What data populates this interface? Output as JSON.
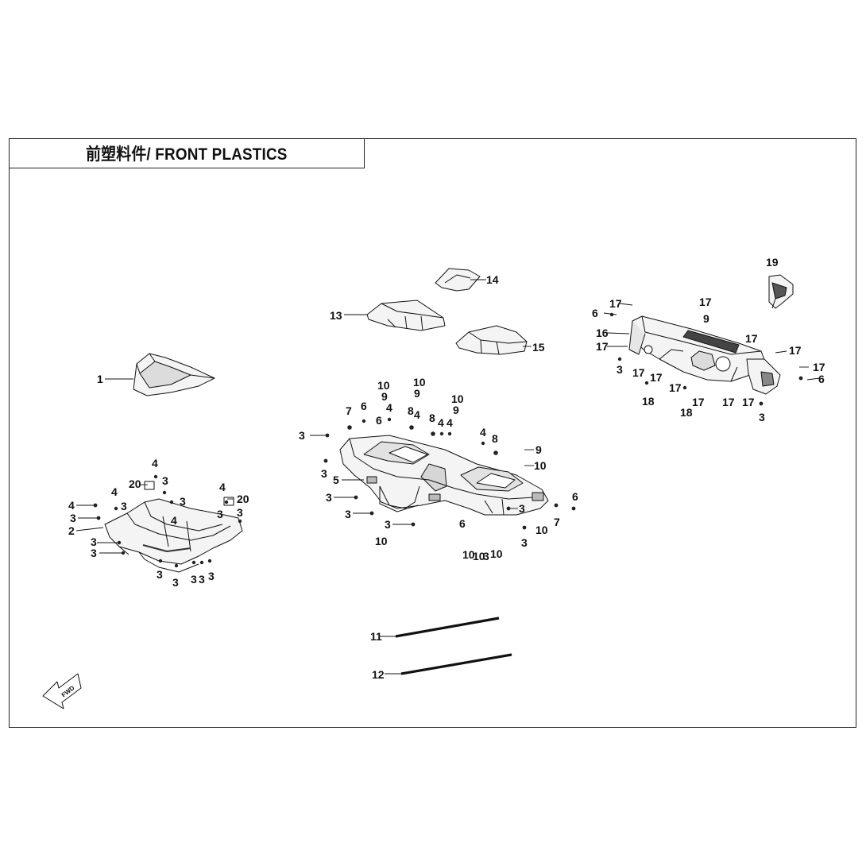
{
  "title": "前塑料件/ FRONT PLASTICS",
  "fwd_label": "FWD",
  "callouts": {
    "c1": "1",
    "c2": "2",
    "c3": "3",
    "c4": "4",
    "c5": "5",
    "c6": "6",
    "c7": "7",
    "c8": "8",
    "c9": "9",
    "c10": "10",
    "c11": "11",
    "c12": "12",
    "c13": "13",
    "c14": "14",
    "c15": "15",
    "c16": "16",
    "c17": "17",
    "c18": "18",
    "c19": "19",
    "c20": "20"
  },
  "colors": {
    "ink": "#111111",
    "part_fill": "#f4f4f4",
    "shade": "#c8c8c8",
    "dark": "#333333"
  }
}
